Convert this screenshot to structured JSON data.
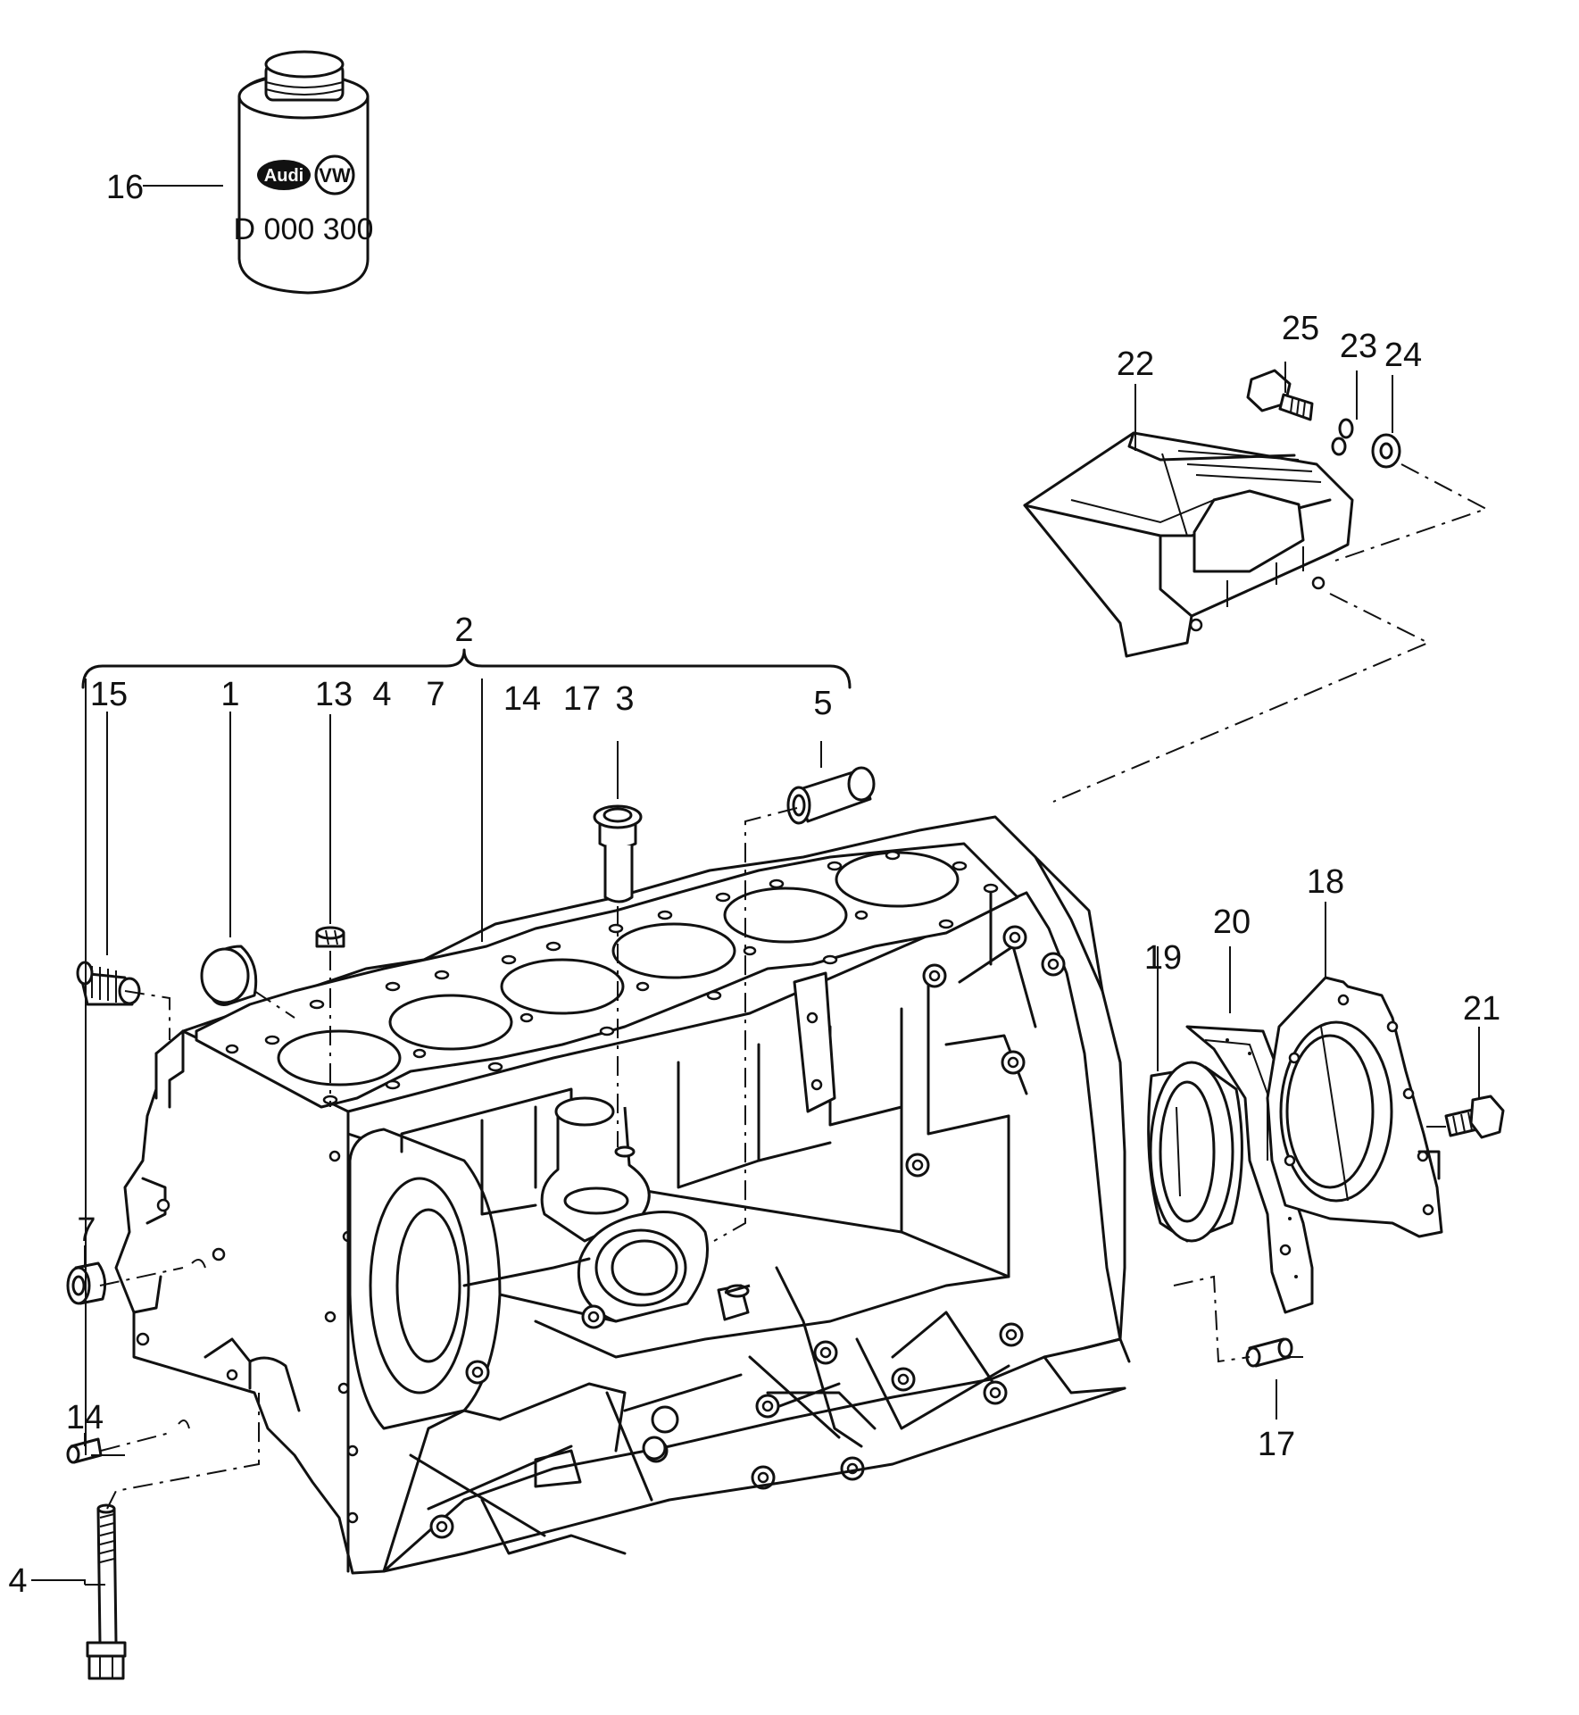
{
  "diagram": {
    "can_logos": [
      "Audi",
      "VW"
    ],
    "can_text": "D 000 300",
    "callouts": {
      "c16": "16",
      "c25": "25",
      "c23": "23",
      "c24": "24",
      "c22": "22",
      "c2": "2",
      "c15": "15",
      "c1": "1",
      "c13": "13",
      "c4top": "4",
      "c7top": "7",
      "c14top": "14",
      "c17top": "17",
      "c3": "3",
      "c5": "5",
      "c18": "18",
      "c20": "20",
      "c19": "19",
      "c21": "21",
      "c7": "7",
      "c14": "14",
      "c4": "4",
      "c17": "17"
    }
  }
}
